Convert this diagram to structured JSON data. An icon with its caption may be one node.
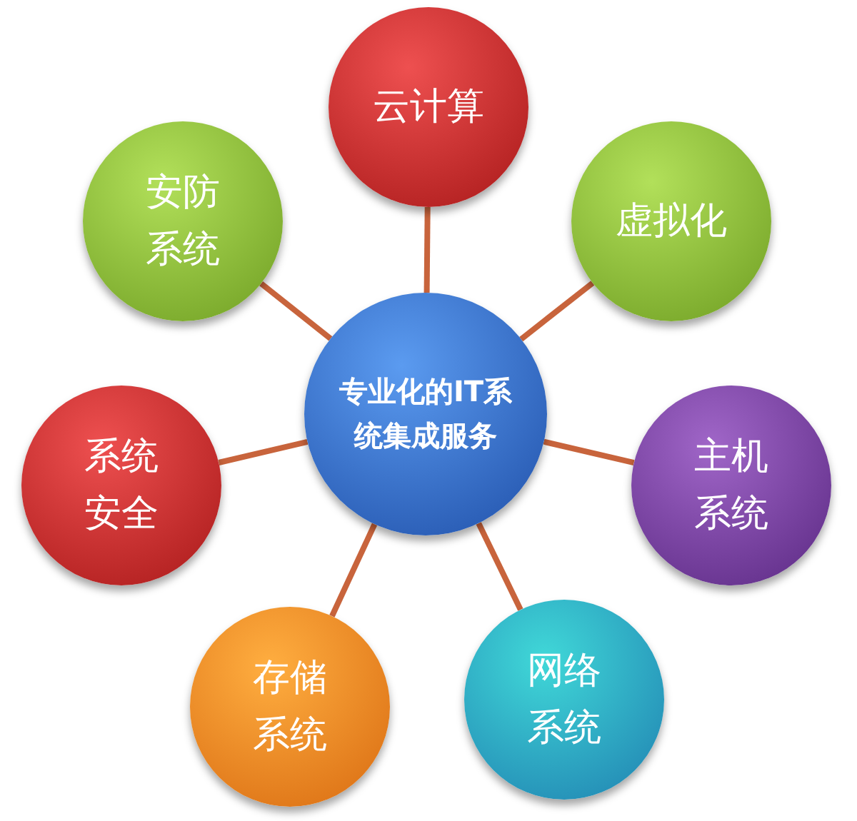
{
  "diagram": {
    "nodes": [
      {
        "text": [
          "专业化的IT系统集成服务"
        ]
      },
      {
        "text": [
          "云计算"
        ]
      },
      {
        "text": [
          "虚拟化"
        ]
      },
      {
        "text": [
          "主机系统"
        ]
      },
      {
        "text": [
          "网络系统"
        ]
      },
      {
        "text": [
          "存储系统"
        ]
      },
      {
        "text": [
          "系统安全"
        ]
      },
      {
        "text": [
          "安防系统"
        ]
      }
    ],
    "edges": [
      {
        "from": 0,
        "to": 1,
        "arrow": "none"
      },
      {
        "from": 0,
        "to": 2,
        "arrow": "none"
      },
      {
        "from": 0,
        "to": 3,
        "arrow": "none"
      },
      {
        "from": 0,
        "to": 4,
        "arrow": "none"
      },
      {
        "from": 0,
        "to": 5,
        "arrow": "none"
      },
      {
        "from": 0,
        "to": 6,
        "arrow": "none"
      },
      {
        "from": 0,
        "to": 7,
        "arrow": "none"
      }
    ]
  }
}
